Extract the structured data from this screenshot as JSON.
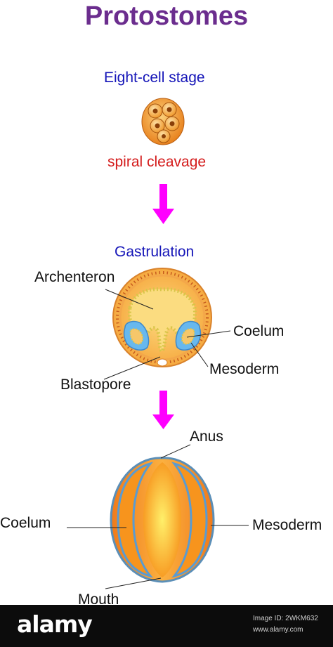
{
  "title": "Protostomes",
  "stages": {
    "eight_cell": "Eight-cell stage",
    "cleavage": "spiral cleavage",
    "gastrulation": "Gastrulation"
  },
  "labels": {
    "archenteron": "Archenteron",
    "coelum_1": "Coelum",
    "mesoderm_1": "Mesoderm",
    "blastopore": "Blastopore",
    "anus": "Anus",
    "coelum_2": "Coelum",
    "mesoderm_2": "Mesoderm",
    "mouth": "Mouth"
  },
  "footer": {
    "logo": "alamy",
    "image_id": "Image ID: 2WKM632",
    "url": "www.alamy.com"
  },
  "colors": {
    "title": "#6b2d8e",
    "stage_blue": "#1515b8",
    "stage_red": "#d41b1b",
    "arrow": "#ff00ff",
    "embryo_orange": "#f7941d",
    "mesoderm_blue": "#5aa9e6"
  }
}
